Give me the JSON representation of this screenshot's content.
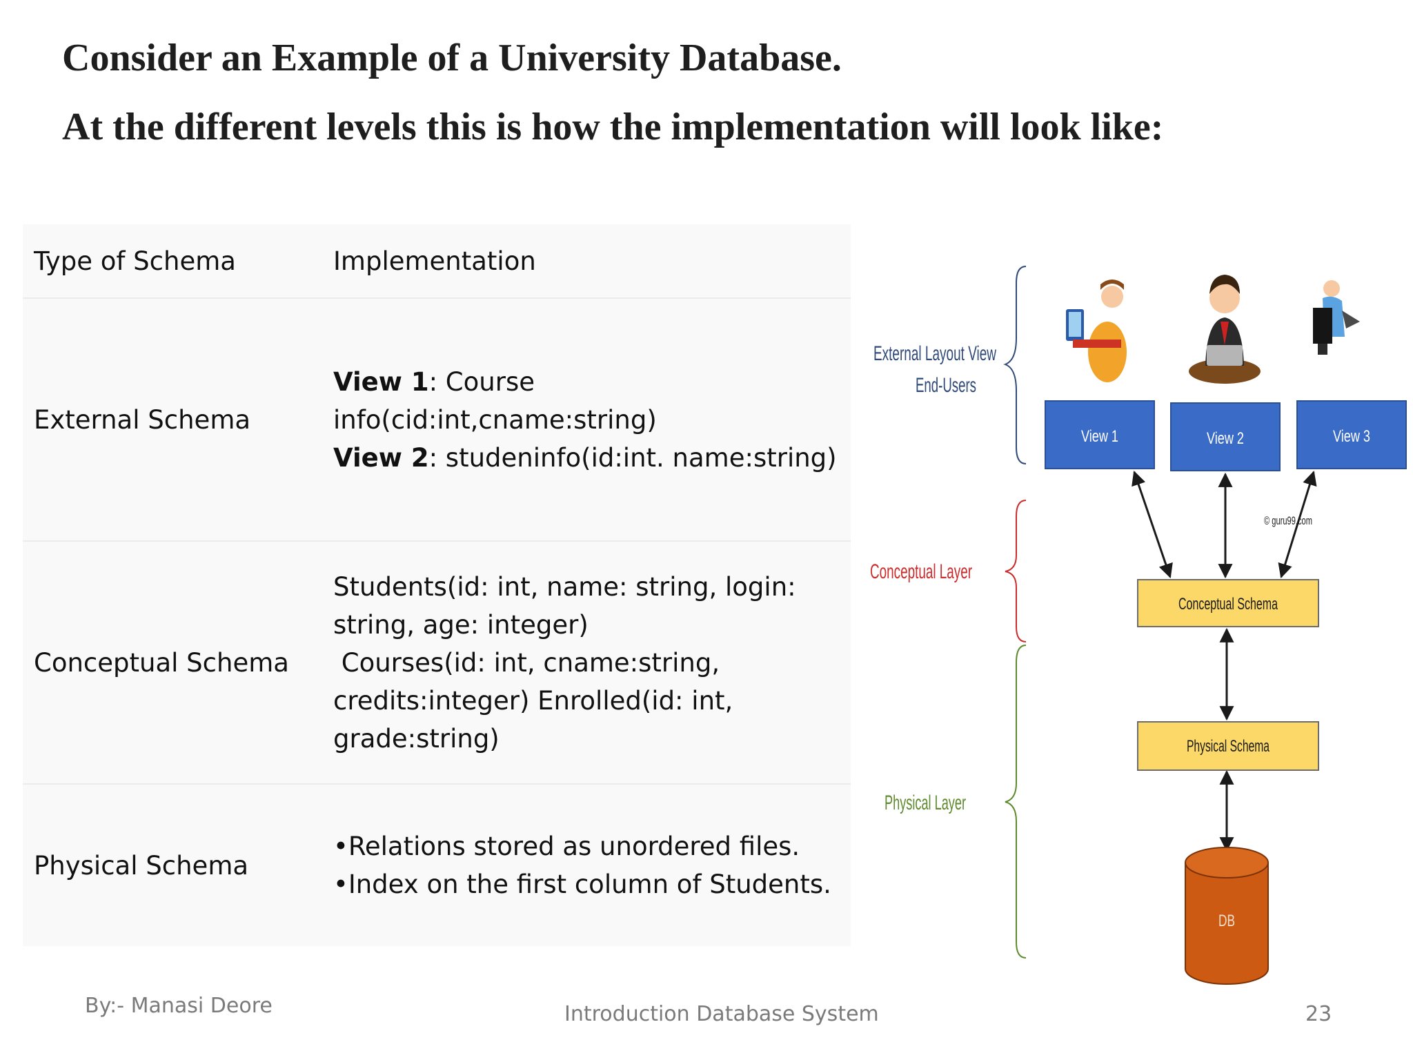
{
  "slide": {
    "title": "Consider an Example of a University Database.",
    "subtitle": "At the different levels this is how the implementation will look like:"
  },
  "table": {
    "headers": [
      "Type of Schema",
      "Implementation"
    ],
    "rows": [
      {
        "type": "External Schema",
        "lines": [
          {
            "bold": "View 1",
            "text": ": Course"
          },
          {
            "bold": "",
            "text": "info(cid:int,cname:string)"
          },
          {
            "bold": "View 2",
            "text": ": studeninfo(id:int. name:string)"
          }
        ]
      },
      {
        "type": "Conceptual Schema",
        "lines": [
          {
            "bold": "",
            "text": "Students(id: int, name: string, login:"
          },
          {
            "bold": "",
            "text": "string, age: integer)"
          },
          {
            "bold": "",
            "text": " Courses(id: int, cname:string,"
          },
          {
            "bold": "",
            "text": "credits:integer) Enrolled(id: int,"
          },
          {
            "bold": "",
            "text": "grade:string)"
          }
        ]
      },
      {
        "type": "Physical Schema",
        "lines": [
          {
            "bold": "",
            "text": "•Relations stored as unordered files."
          },
          {
            "bold": "",
            "text": "•Index on the first column of Students."
          }
        ]
      }
    ]
  },
  "diagram": {
    "external_label_1": "External Layout View",
    "external_label_2": "End-Users",
    "conceptual_label": "Conceptual Layer",
    "physical_label": "Physical Layer",
    "views": [
      "View 1",
      "View 2",
      "View 3"
    ],
    "conceptual_box": "Conceptual Schema",
    "physical_box": "Physical Schema",
    "db": "DB",
    "watermark": "© guru99.com",
    "colors": {
      "view_fill": "#3a6bc6",
      "schema_fill": "#fbd867",
      "db_fill": "#cc5a12",
      "external_label": "#2f4a78",
      "conceptual_label": "#cc2b2b",
      "physical_label": "#5e8a2e"
    }
  },
  "footer": {
    "author": "By:- Manasi Deore",
    "course": "Introduction Database System",
    "page": "23"
  }
}
